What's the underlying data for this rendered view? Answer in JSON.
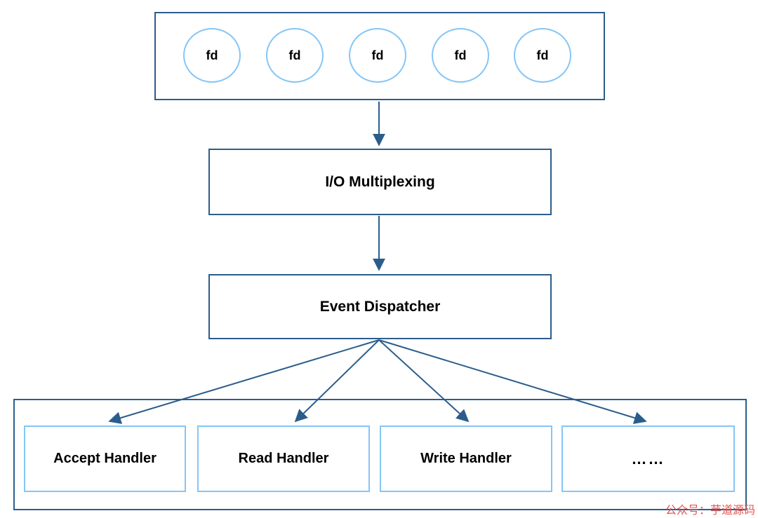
{
  "diagram": {
    "type": "flow-diagram",
    "fd_box": {
      "circles": [
        {
          "label": "fd"
        },
        {
          "label": "fd"
        },
        {
          "label": "fd"
        },
        {
          "label": "fd"
        },
        {
          "label": "fd"
        }
      ]
    },
    "nodes": {
      "io_multiplexing": {
        "label": "I/O Multiplexing"
      },
      "event_dispatcher": {
        "label": "Event Dispatcher"
      },
      "accept_handler": {
        "label": "Accept Handler"
      },
      "read_handler": {
        "label": "Read Handler"
      },
      "write_handler": {
        "label": "Write Handler"
      },
      "more_handlers": {
        "label": "……"
      }
    },
    "edges": [
      {
        "from": "fd_box",
        "to": "io_multiplexing"
      },
      {
        "from": "io_multiplexing",
        "to": "event_dispatcher"
      },
      {
        "from": "event_dispatcher",
        "to": "accept_handler"
      },
      {
        "from": "event_dispatcher",
        "to": "read_handler"
      },
      {
        "from": "event_dispatcher",
        "to": "write_handler"
      },
      {
        "from": "event_dispatcher",
        "to": "more_handlers"
      }
    ],
    "colors": {
      "box_border": "#2b5d8c",
      "circle_border": "#85c6f6",
      "handler_border": "#85c6f6",
      "arrow": "#2b5d8c",
      "text": "#000000",
      "watermark": "#e25553"
    },
    "watermark": "公众号：芋道源码"
  }
}
